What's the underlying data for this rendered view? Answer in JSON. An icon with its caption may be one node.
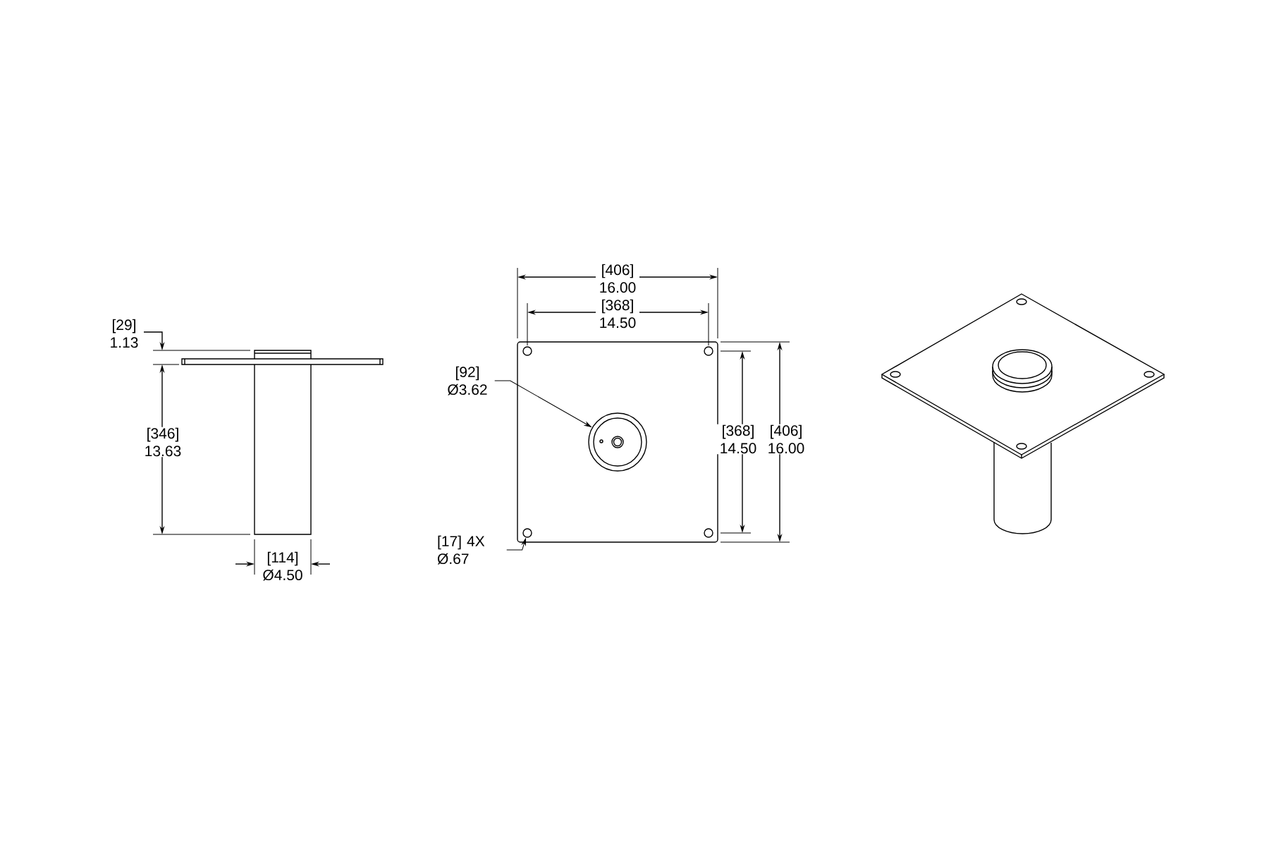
{
  "diagram": {
    "nodes": [
      {
        "text": [
          "[92] Ø3.62"
        ]
      },
      {
        "text": [],
        "shape": "circle"
      },
      {
        "text": [
          "[17] 4X Ø.67"
        ]
      },
      {
        "text": [],
        "shape": "circle"
      }
    ],
    "edges": [
      {
        "from": 0,
        "to": 1,
        "arrow": "to"
      },
      {
        "from": 2,
        "to": 3,
        "arrow": "to"
      }
    ],
    "labels": [
      "[29] 1.13",
      "[346] 13.63",
      "[114] Ø4.50",
      "[406] 16.00",
      "[368] 14.50",
      "[368] 14.50",
      "[406] 16.00"
    ]
  }
}
